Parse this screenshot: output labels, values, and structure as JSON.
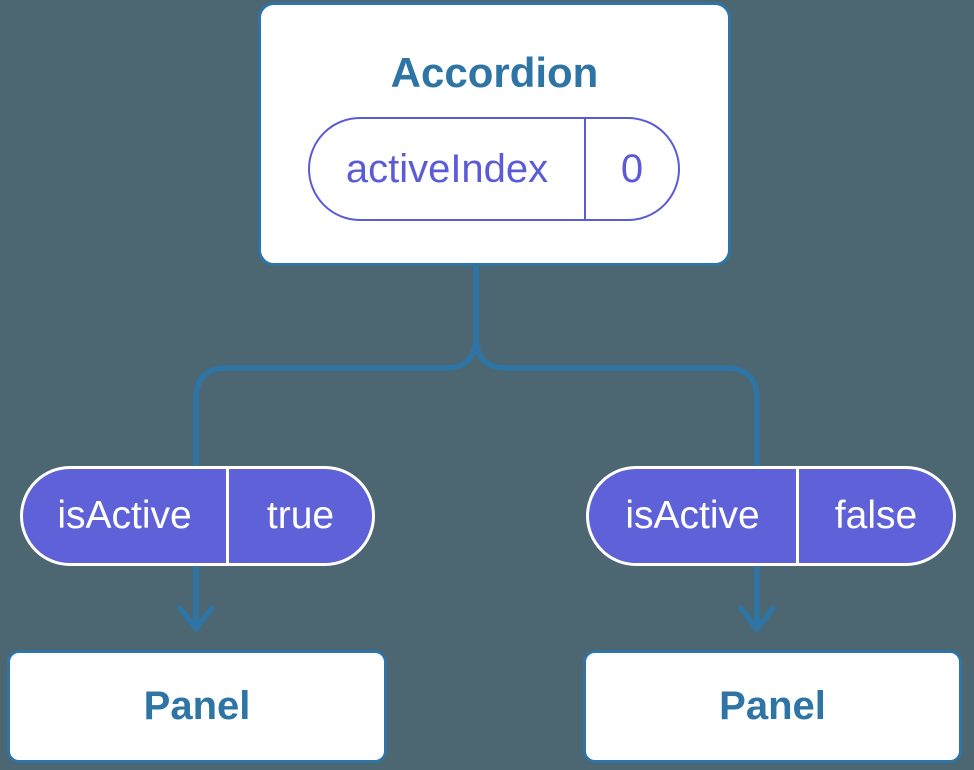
{
  "colors": {
    "background": "#4c6672",
    "steel_blue": "#2e75a6",
    "purple": "#5b5bd6",
    "purple_fill": "#5e61d8",
    "card_white": "#ffffff"
  },
  "icons": {
    "arrow_down_left": "arrow-down",
    "arrow_down_right": "arrow-down"
  },
  "tree": {
    "root": {
      "title": "Accordion",
      "state": {
        "name": "activeIndex",
        "value": "0"
      }
    },
    "children": [
      {
        "prop": {
          "name": "isActive",
          "value": "true"
        },
        "child": {
          "title": "Panel"
        }
      },
      {
        "prop": {
          "name": "isActive",
          "value": "false"
        },
        "child": {
          "title": "Panel"
        }
      }
    ]
  }
}
